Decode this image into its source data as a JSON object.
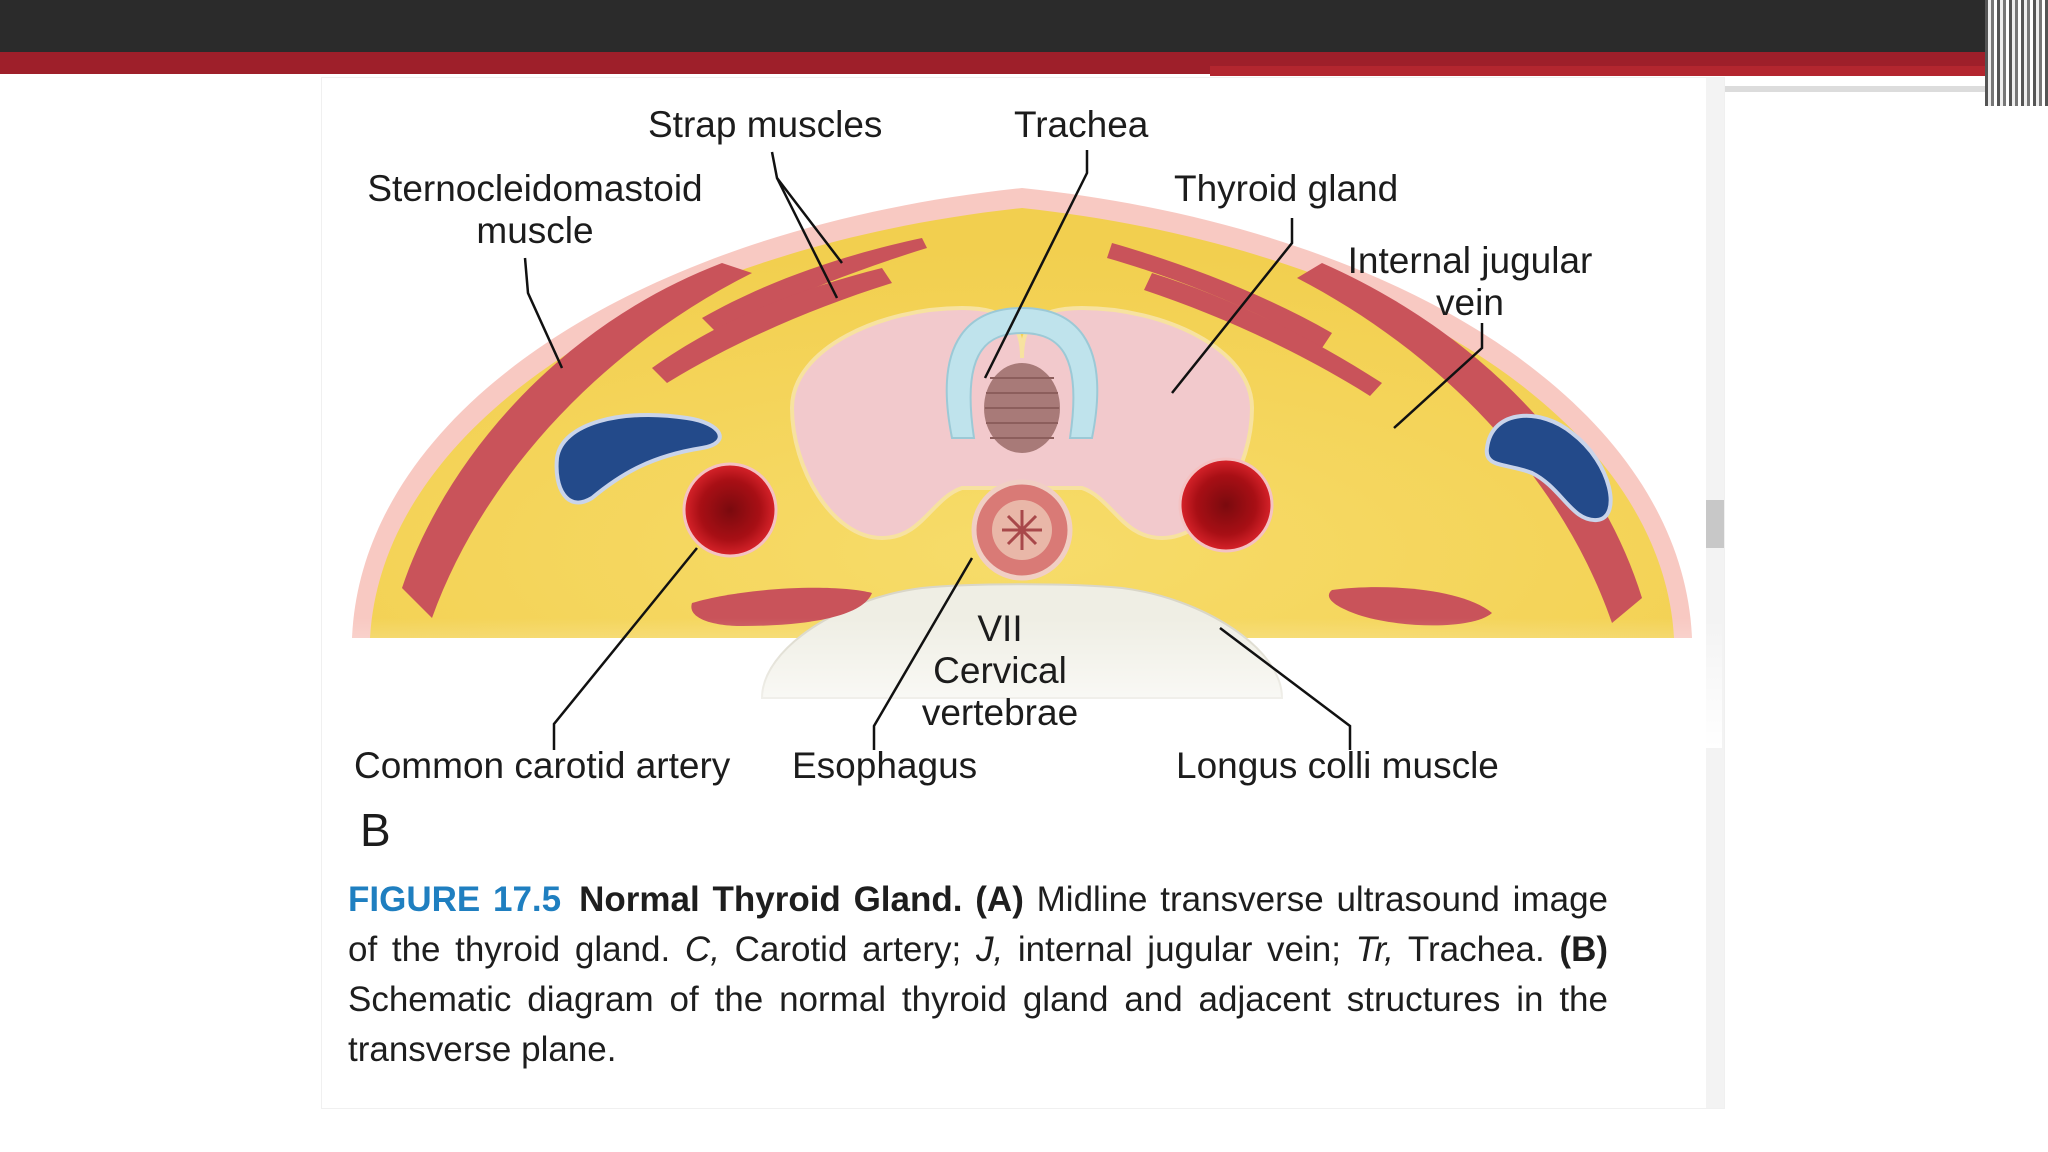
{
  "labels": {
    "strap": "Strap muscles",
    "trachea": "Trachea",
    "scm_1": "Sternocleidomastoid",
    "scm_2": "muscle",
    "thyroid": "Thyroid gland",
    "ijv_1": "Internal jugular",
    "ijv_2": "vein",
    "vert_1": "VII",
    "vert_2": "Cervical",
    "vert_3": "vertebrae",
    "carotid": "Common carotid artery",
    "esophagus": "Esophagus",
    "longus": "Longus colli muscle",
    "panel": "B"
  },
  "caption": {
    "figure": "FIGURE 17.5",
    "title": "Normal Thyroid Gland.",
    "a_label": "(A)",
    "a_text_1": "Midline transverse ultrasound image of the thyroid gland.",
    "c_abbr": "C,",
    "c_text": "Carotid artery;",
    "j_abbr": "J,",
    "j_text": "internal jugular vein;",
    "tr_abbr": "Tr,",
    "tr_text": "Trachea.",
    "b_label": "(B)",
    "b_text": "Schematic diagram of the normal thyroid gland and adjacent structures in the transverse plane."
  },
  "colors": {
    "fat": "#f5d75e",
    "skin": "#f8c9c2",
    "muscle": "#c9535a",
    "thyroid": "#f2c9cc",
    "vein": "#234a8a",
    "artery": "#c8161d",
    "trachea_cartilage": "#bfe3ec",
    "bone": "#efeee4",
    "caption_blue": "#1f7fc0"
  }
}
